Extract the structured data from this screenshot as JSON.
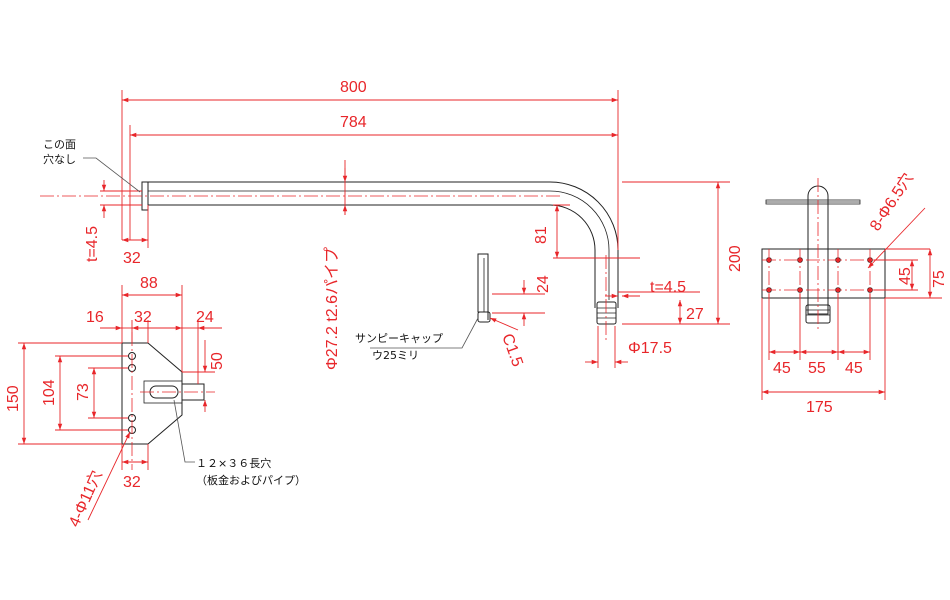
{
  "colors": {
    "dimension": "#e8262a",
    "geometry": "#222222",
    "background": "#ffffff"
  },
  "dimensions": {
    "overall_length": "800",
    "inner_length": "784",
    "plate_thickness": "t=4.5",
    "plate_offset": "32",
    "pipe_spec": "Φ27.2 t2.6パイプ",
    "height_81": "81",
    "height_200": "200",
    "cap_24": "24",
    "chamfer": "C1.5",
    "end_thickness": "t=4.5",
    "end_27": "27",
    "end_diameter": "Φ17.5",
    "plate_width_88": "88",
    "plate_16": "16",
    "plate_32_top": "32",
    "plate_24": "24",
    "plate_50": "50",
    "plate_height_150": "150",
    "plate_104": "104",
    "plate_73": "73",
    "plate_32_bottom": "32",
    "plate_holes": "4-Φ11穴",
    "front_holes": "8-Φ6.5穴",
    "front_45_side": "45",
    "front_75": "75",
    "front_45_left": "45",
    "front_55": "55",
    "front_45_right": "45",
    "front_175": "175"
  },
  "notes": {
    "no_hole_line1": "この面",
    "no_hole_line2": "穴なし",
    "cap_line1": "サンピーキャップ",
    "cap_line2": "ウ25ミリ",
    "slot_line1": "１２×３６長穴",
    "slot_line2": "（板金およびパイプ）"
  }
}
